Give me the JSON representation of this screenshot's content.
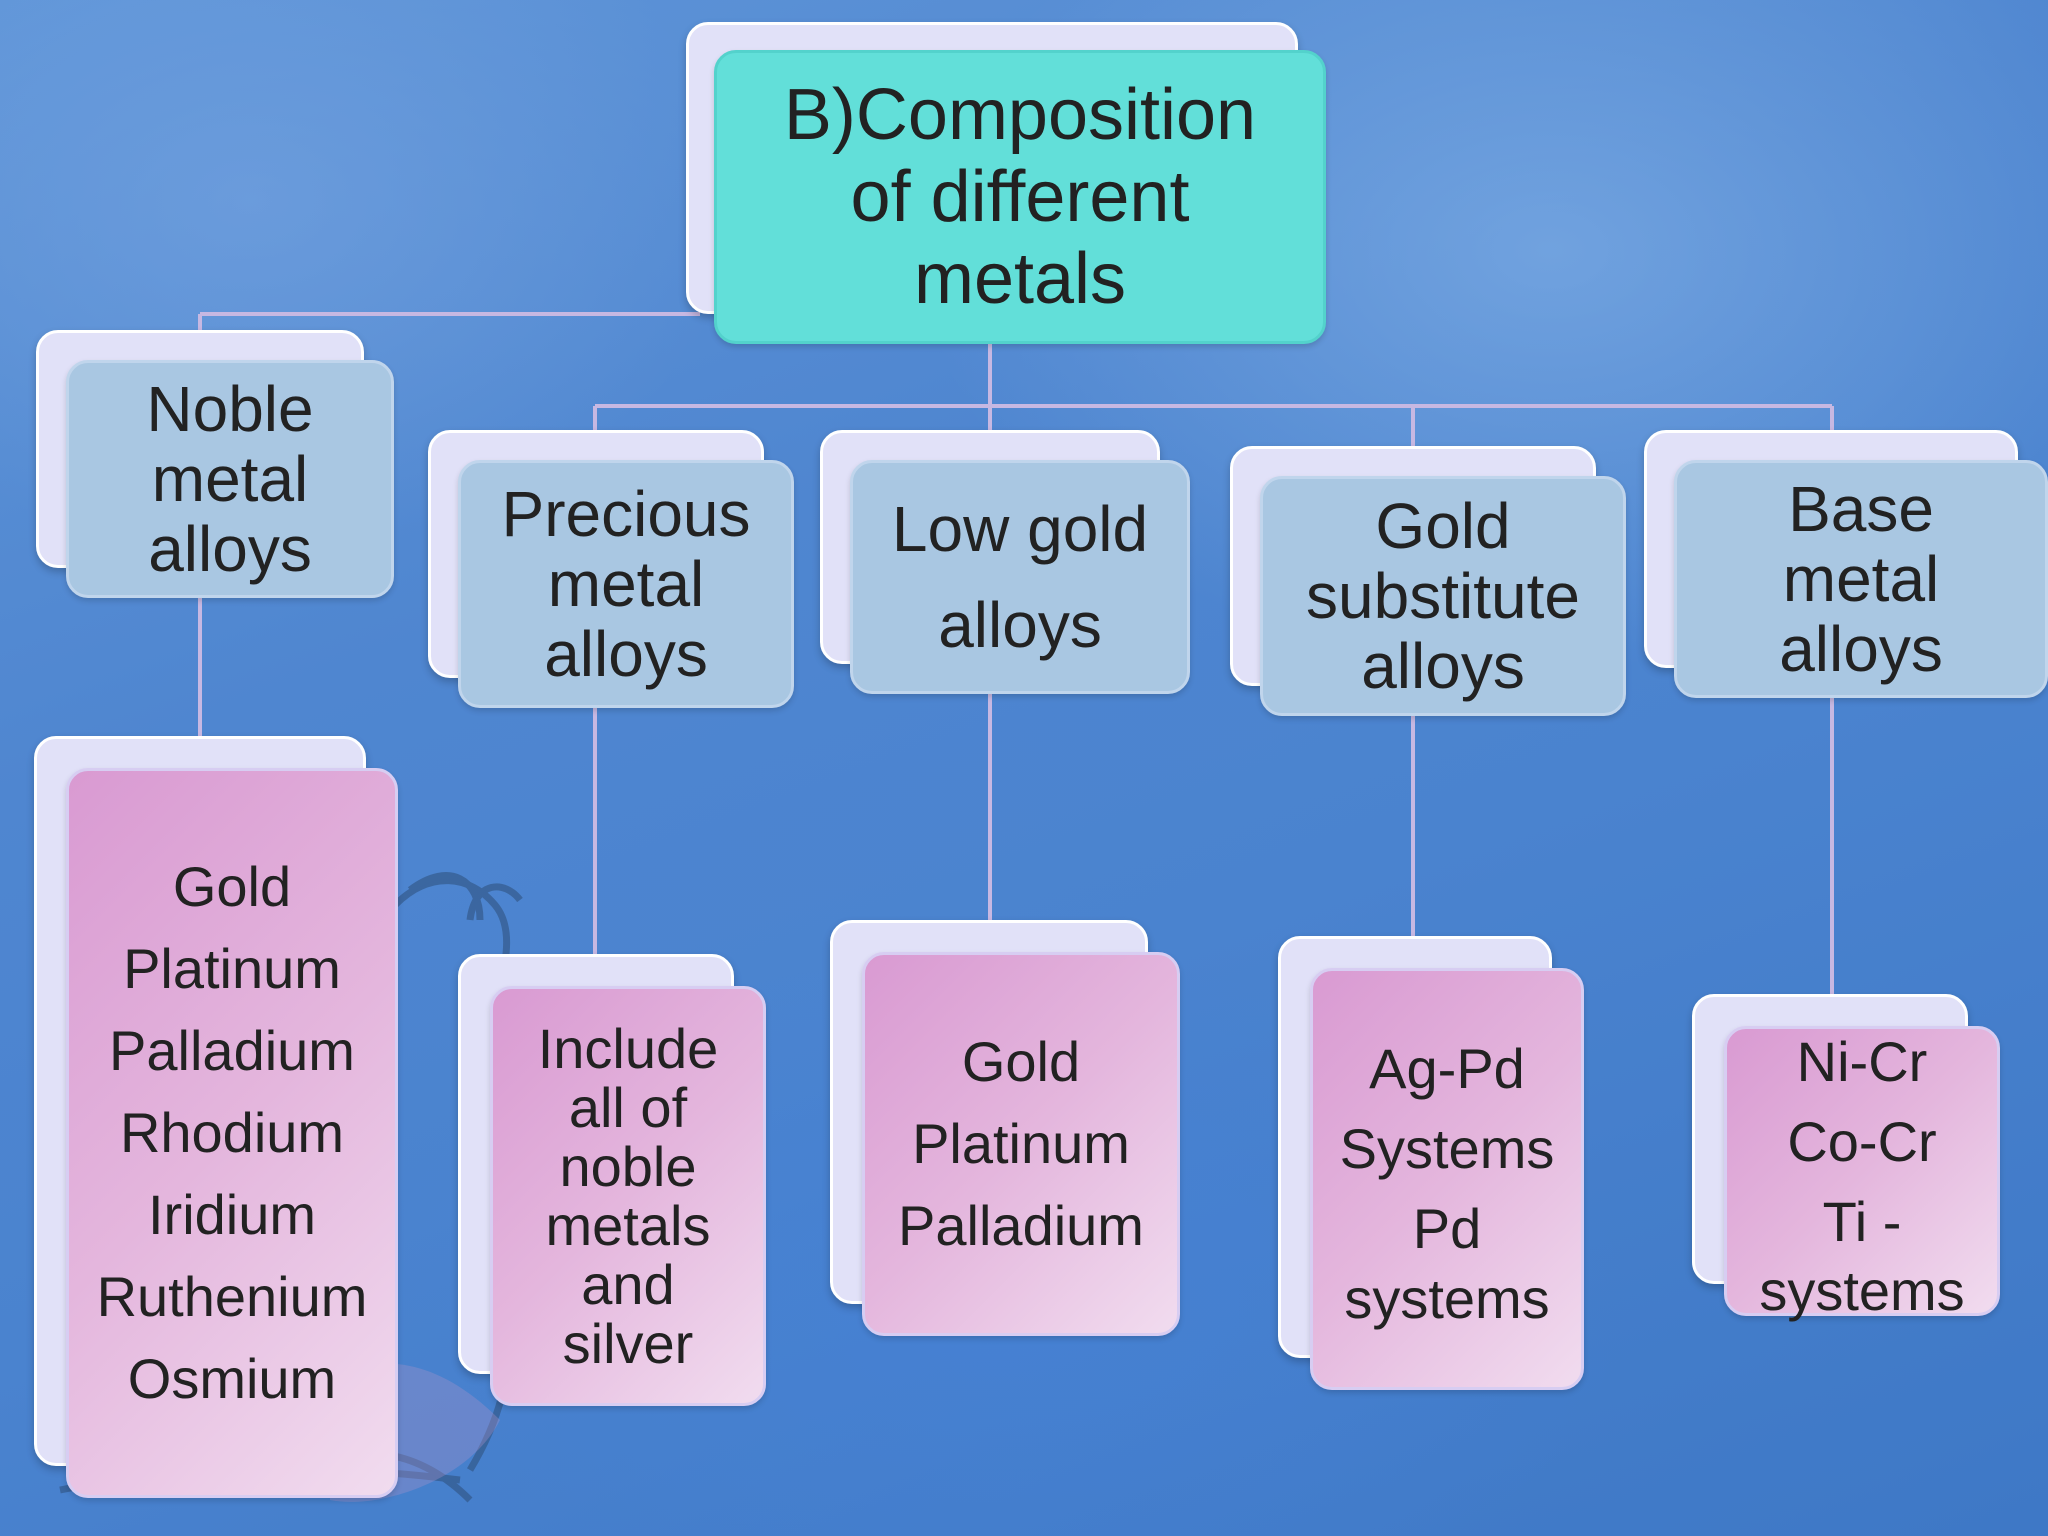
{
  "root": {
    "lines": [
      "B)Composition",
      "of different",
      "metals"
    ],
    "color": "#62dfd9"
  },
  "categories": [
    {
      "title_lines": [
        "Noble",
        "metal",
        "alloys"
      ],
      "items": [
        "Gold",
        "Platinum",
        "Palladium",
        "Rhodium",
        "Iridium",
        "Ruthenium",
        "Osmium"
      ]
    },
    {
      "title_lines": [
        "Precious",
        "metal",
        "alloys"
      ],
      "items": [
        "Include",
        "all of",
        "noble",
        "metals",
        "and",
        "silver"
      ]
    },
    {
      "title_lines": [
        "Low gold",
        "alloys"
      ],
      "items": [
        "Gold",
        "Platinum",
        "Palladium"
      ]
    },
    {
      "title_lines": [
        "Gold",
        "substitute",
        "alloys"
      ],
      "items": [
        "Ag-Pd",
        "Systems",
        "Pd",
        "systems"
      ]
    },
    {
      "title_lines": [
        "Base",
        "metal",
        "alloys"
      ],
      "items": [
        "Ni-Cr",
        "Co-Cr",
        "Ti -",
        "systems"
      ]
    }
  ],
  "colors": {
    "header_box": "#a9c7e2",
    "item_box": "#e4b6dd",
    "connector": "#c7b8e2"
  }
}
